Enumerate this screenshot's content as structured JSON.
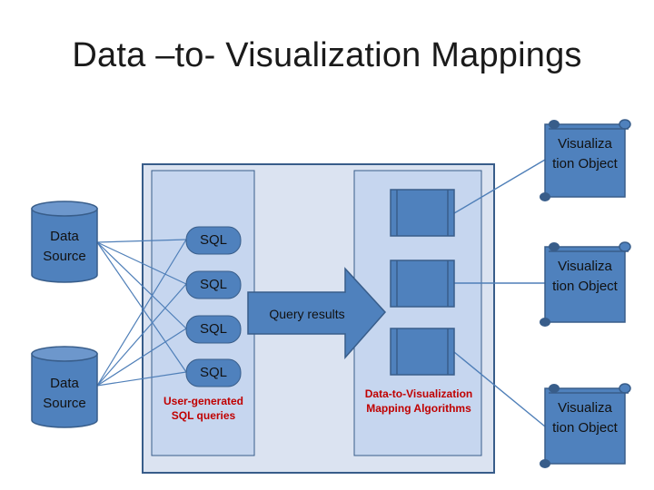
{
  "title": "Data –to- Visualization Mappings",
  "sources": [
    "Data Source",
    "Data Source"
  ],
  "sql_labels": [
    "SQL",
    "SQL",
    "SQL",
    "SQL"
  ],
  "user_sql_caption": "User-generated SQL queries",
  "query_results": "Query results",
  "mapping_caption": "Data-to-Visualization Mapping Algorithms",
  "viz_objects": [
    "Visualiza tion Object",
    "Visualiza tion Object",
    "Visualiza tion Object"
  ],
  "colors": {
    "outer_box_fill": "#dbe3f1",
    "column_fill": "#c6d6ef",
    "shape_fill": "#4f81bd",
    "shape_border": "#385d8a",
    "connector": "#4f7fb8",
    "accent_text": "#c00000"
  }
}
